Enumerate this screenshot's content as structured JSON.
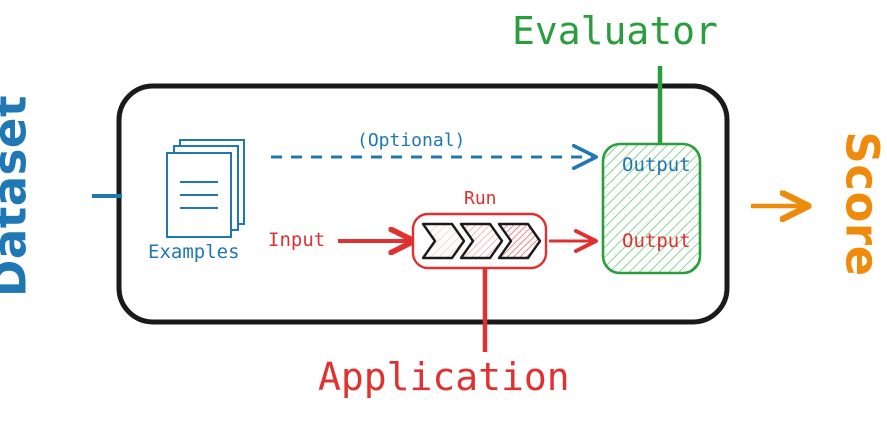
{
  "diagram": {
    "title_semantic": "llm-evaluation-pipeline",
    "labels": {
      "dataset": "Dataset",
      "evaluator": "Evaluator",
      "application": "Application",
      "score": "Score",
      "examples": "Examples",
      "input": "Input",
      "run": "Run",
      "optional": "(Optional)",
      "output_reference": "Output",
      "output_generated": "Output"
    },
    "colors": {
      "blue": "#1f77b4",
      "red": "#e03131",
      "green": "#2a9d3f",
      "orange": "#ef8b0c",
      "outline_black": "#1a1a1a",
      "green_fill": "#f2fbf3",
      "red_fill_light": "#fdf0f0",
      "red_fill_mid": "#fbe2e2",
      "red_fill_dark": "#f8d2d2"
    },
    "nodes": [
      {
        "id": "examples",
        "kind": "stacked-documents-icon",
        "label": "Examples",
        "color": "#1f77b4",
        "doc_count": 3,
        "text_lines": 3
      },
      {
        "id": "run",
        "kind": "rounded-box-with-chevrons",
        "label": "Run",
        "color": "#e03131",
        "chevron_count": 3
      },
      {
        "id": "output",
        "kind": "rounded-hatched-box",
        "color": "#2a9d3f",
        "entries": [
          "Output",
          "Output"
        ]
      }
    ],
    "edges": [
      {
        "id": "dataset-connector",
        "from": "Dataset",
        "to": "pipeline-box",
        "style": "solid",
        "color": "#1f77b4",
        "arrow": false
      },
      {
        "id": "optional-edge",
        "from": "Examples",
        "to": "Output",
        "style": "dashed",
        "color": "#1f77b4",
        "arrow": true,
        "label": "(Optional)"
      },
      {
        "id": "input-edge",
        "from": "Input",
        "to": "Run",
        "style": "solid",
        "color": "#e03131",
        "arrow": true
      },
      {
        "id": "run-to-output-edge",
        "from": "Run",
        "to": "Output",
        "style": "solid",
        "color": "#e03131",
        "arrow": true
      },
      {
        "id": "application-connector",
        "from": "Application",
        "to": "Run",
        "style": "solid",
        "color": "#e03131",
        "arrow": false
      },
      {
        "id": "evaluator-connector",
        "from": "Evaluator",
        "to": "Output",
        "style": "solid",
        "color": "#2a9d3f",
        "arrow": false
      },
      {
        "id": "score-edge",
        "from": "pipeline-box",
        "to": "Score",
        "style": "solid",
        "color": "#ef8b0c",
        "arrow": true
      }
    ]
  }
}
